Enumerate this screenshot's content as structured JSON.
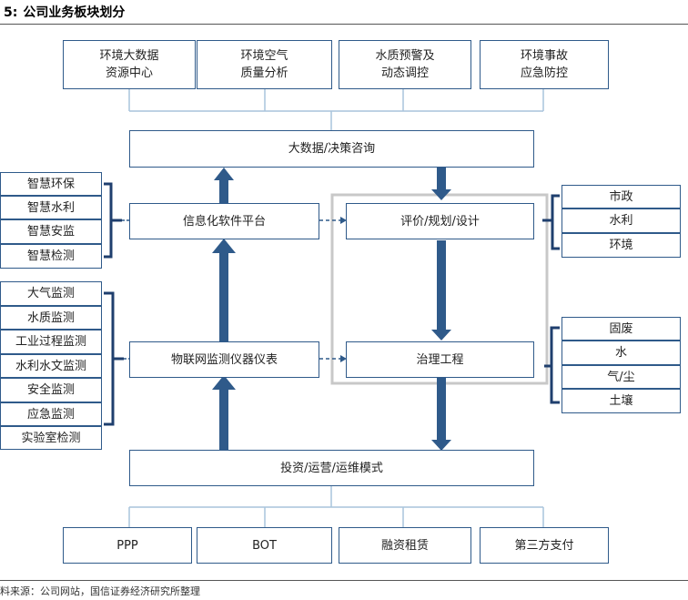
{
  "title": {
    "num": "5:",
    "text": "公司业务板块划分"
  },
  "source": "料来源：公司网站，国信证券经济研究所整理",
  "top_boxes": [
    {
      "line1": "环境大数据",
      "line2": "资源中心"
    },
    {
      "line1": "环境空气",
      "line2": "质量分析"
    },
    {
      "line1": "水质预警及",
      "line2": "动态调控"
    },
    {
      "line1": "环境事故",
      "line2": "应急防控"
    }
  ],
  "big_data": "大数据/决策咨询",
  "info_platform": "信息化软件平台",
  "evaluation": "评价/规划/设计",
  "iot": "物联网监测仪器仪表",
  "governance": "治理工程",
  "investment": "投资/运营/运维模式",
  "left_group1": [
    "智慧环保",
    "智慧水利",
    "智慧安监",
    "智慧检测"
  ],
  "left_group2": [
    "大气监测",
    "水质监测",
    "工业过程监测",
    "水利水文监测",
    "安全监测",
    "应急监测",
    "实验室检测"
  ],
  "right_group1": [
    "市政",
    "水利",
    "环境"
  ],
  "right_group2": [
    "固废",
    "水",
    "气/尘",
    "土壤"
  ],
  "bottom_boxes": [
    "PPP",
    "BOT",
    "融资租赁",
    "第三方支付"
  ],
  "colors": {
    "border": "#2f5a8a",
    "arrow": "#2f5a8a",
    "connector": "#a9c4dc",
    "frame": "#c8c8c8",
    "bracket": "#1f3f6e"
  }
}
